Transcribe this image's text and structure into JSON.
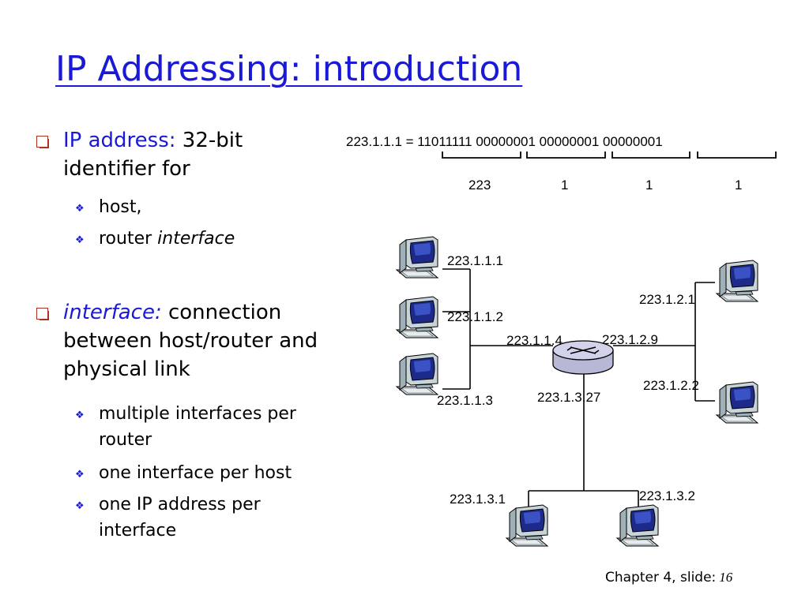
{
  "slide": {
    "title": "IP Addressing: introduction",
    "footer": {
      "chapter": "Chapter 4, slide:",
      "page": "16"
    }
  },
  "bullets": [
    {
      "term": "IP address:",
      "text_line1": "32-bit",
      "text_line2": "identifier for",
      "sub": [
        "host,",
        "router"
      ],
      "sub_italic": "interface"
    },
    {
      "term": "interface:",
      "text_line1": "connection",
      "text_line2": "between host/router and",
      "text_line3": "physical link",
      "sub": [
        "multiple interfaces per",
        "router",
        "one interface per host",
        "one IP address per",
        "interface"
      ]
    }
  ],
  "binary": {
    "equation": "223.1.1.1 = 11011111 00000001 00000001 00000001",
    "decimals": [
      "223",
      "1",
      "1",
      "1"
    ]
  },
  "network": {
    "router_labels": [
      "223.1.1.4",
      "223.1.2.9",
      "223.1.3.27"
    ],
    "hosts": [
      "223.1.1.1",
      "223.1.1.2",
      "223.1.1.3",
      "223.1.2.1",
      "223.1.2.2",
      "223.1.3.1",
      "223.1.3.2"
    ],
    "icons": {
      "host": "desktop-computer-icon",
      "router": "router-icon"
    },
    "colors": {
      "monitor_screen": "#1e2a8a",
      "monitor_body": "#c8d4d8",
      "router_body": "#c9c9e3"
    }
  }
}
